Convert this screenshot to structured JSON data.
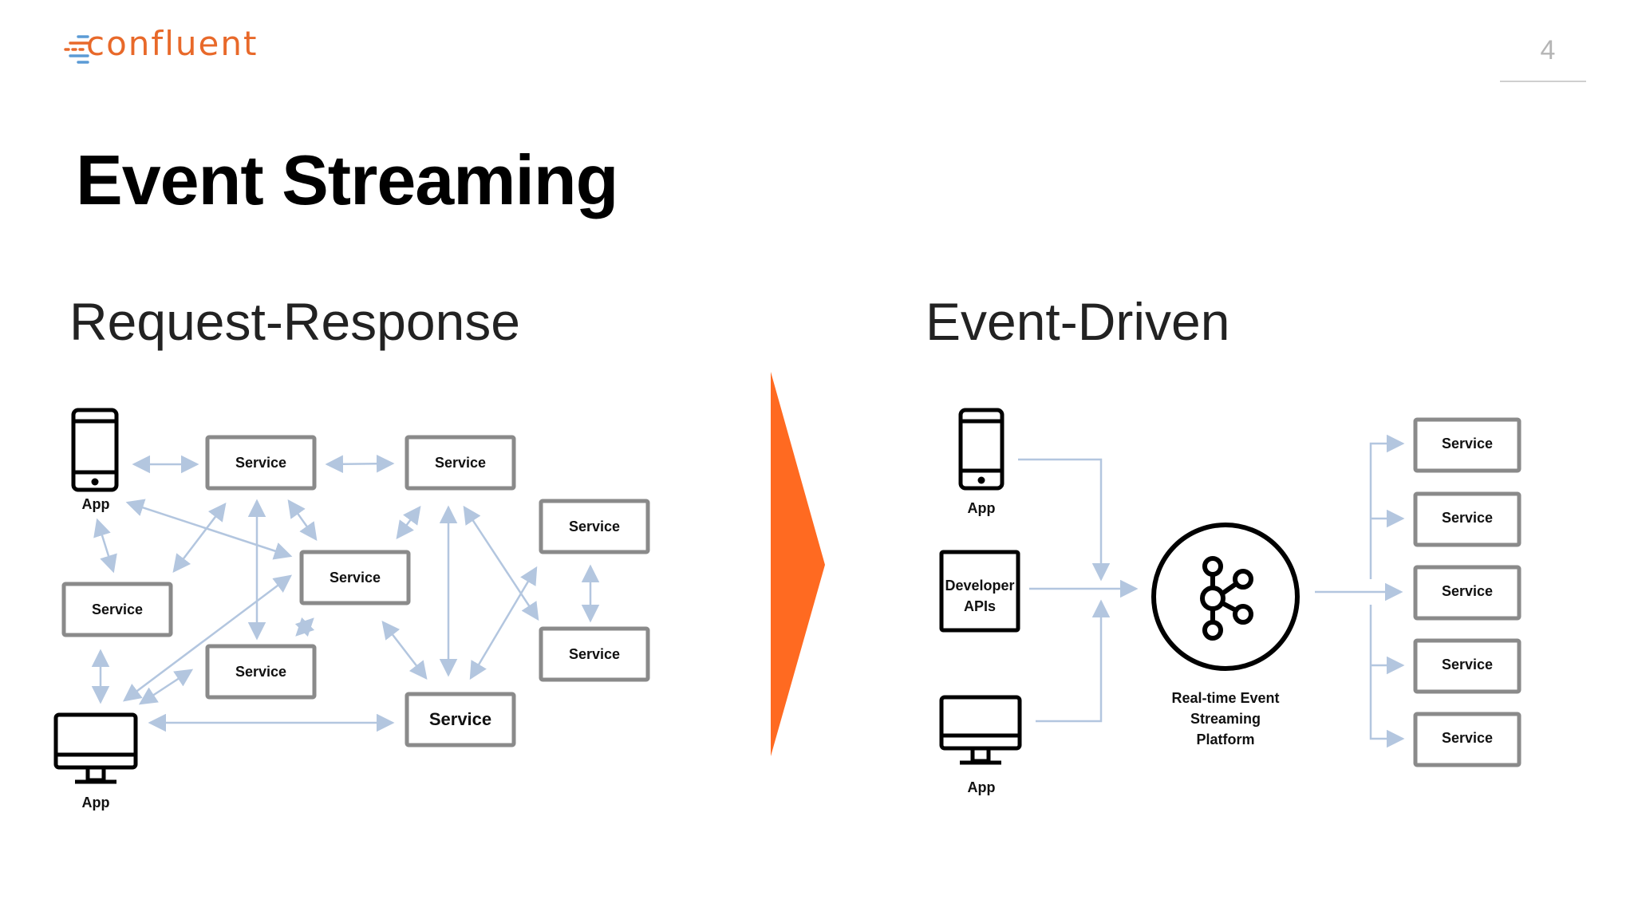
{
  "brand": {
    "name": "confluent",
    "color": "#e8692a"
  },
  "page_number": "4",
  "title": "Event Streaming",
  "left": {
    "heading": "Request-Response",
    "app_top": "App",
    "app_bottom": "App",
    "services": [
      "Service",
      "Service",
      "Service",
      "Service",
      "Service",
      "Service",
      "Service",
      "Service"
    ]
  },
  "right": {
    "heading": "Event-Driven",
    "app_top": "App",
    "dev_apis_line1": "Developer",
    "dev_apis_line2": "APIs",
    "app_bottom": "App",
    "platform_line1": "Real-time Event",
    "platform_line2": "Streaming",
    "platform_line3": "Platform",
    "services": [
      "Service",
      "Service",
      "Service",
      "Service",
      "Service"
    ]
  },
  "colors": {
    "arrow": "#ff6a21",
    "connector": "#b3c6df",
    "box_border": "#8a8a8a"
  }
}
